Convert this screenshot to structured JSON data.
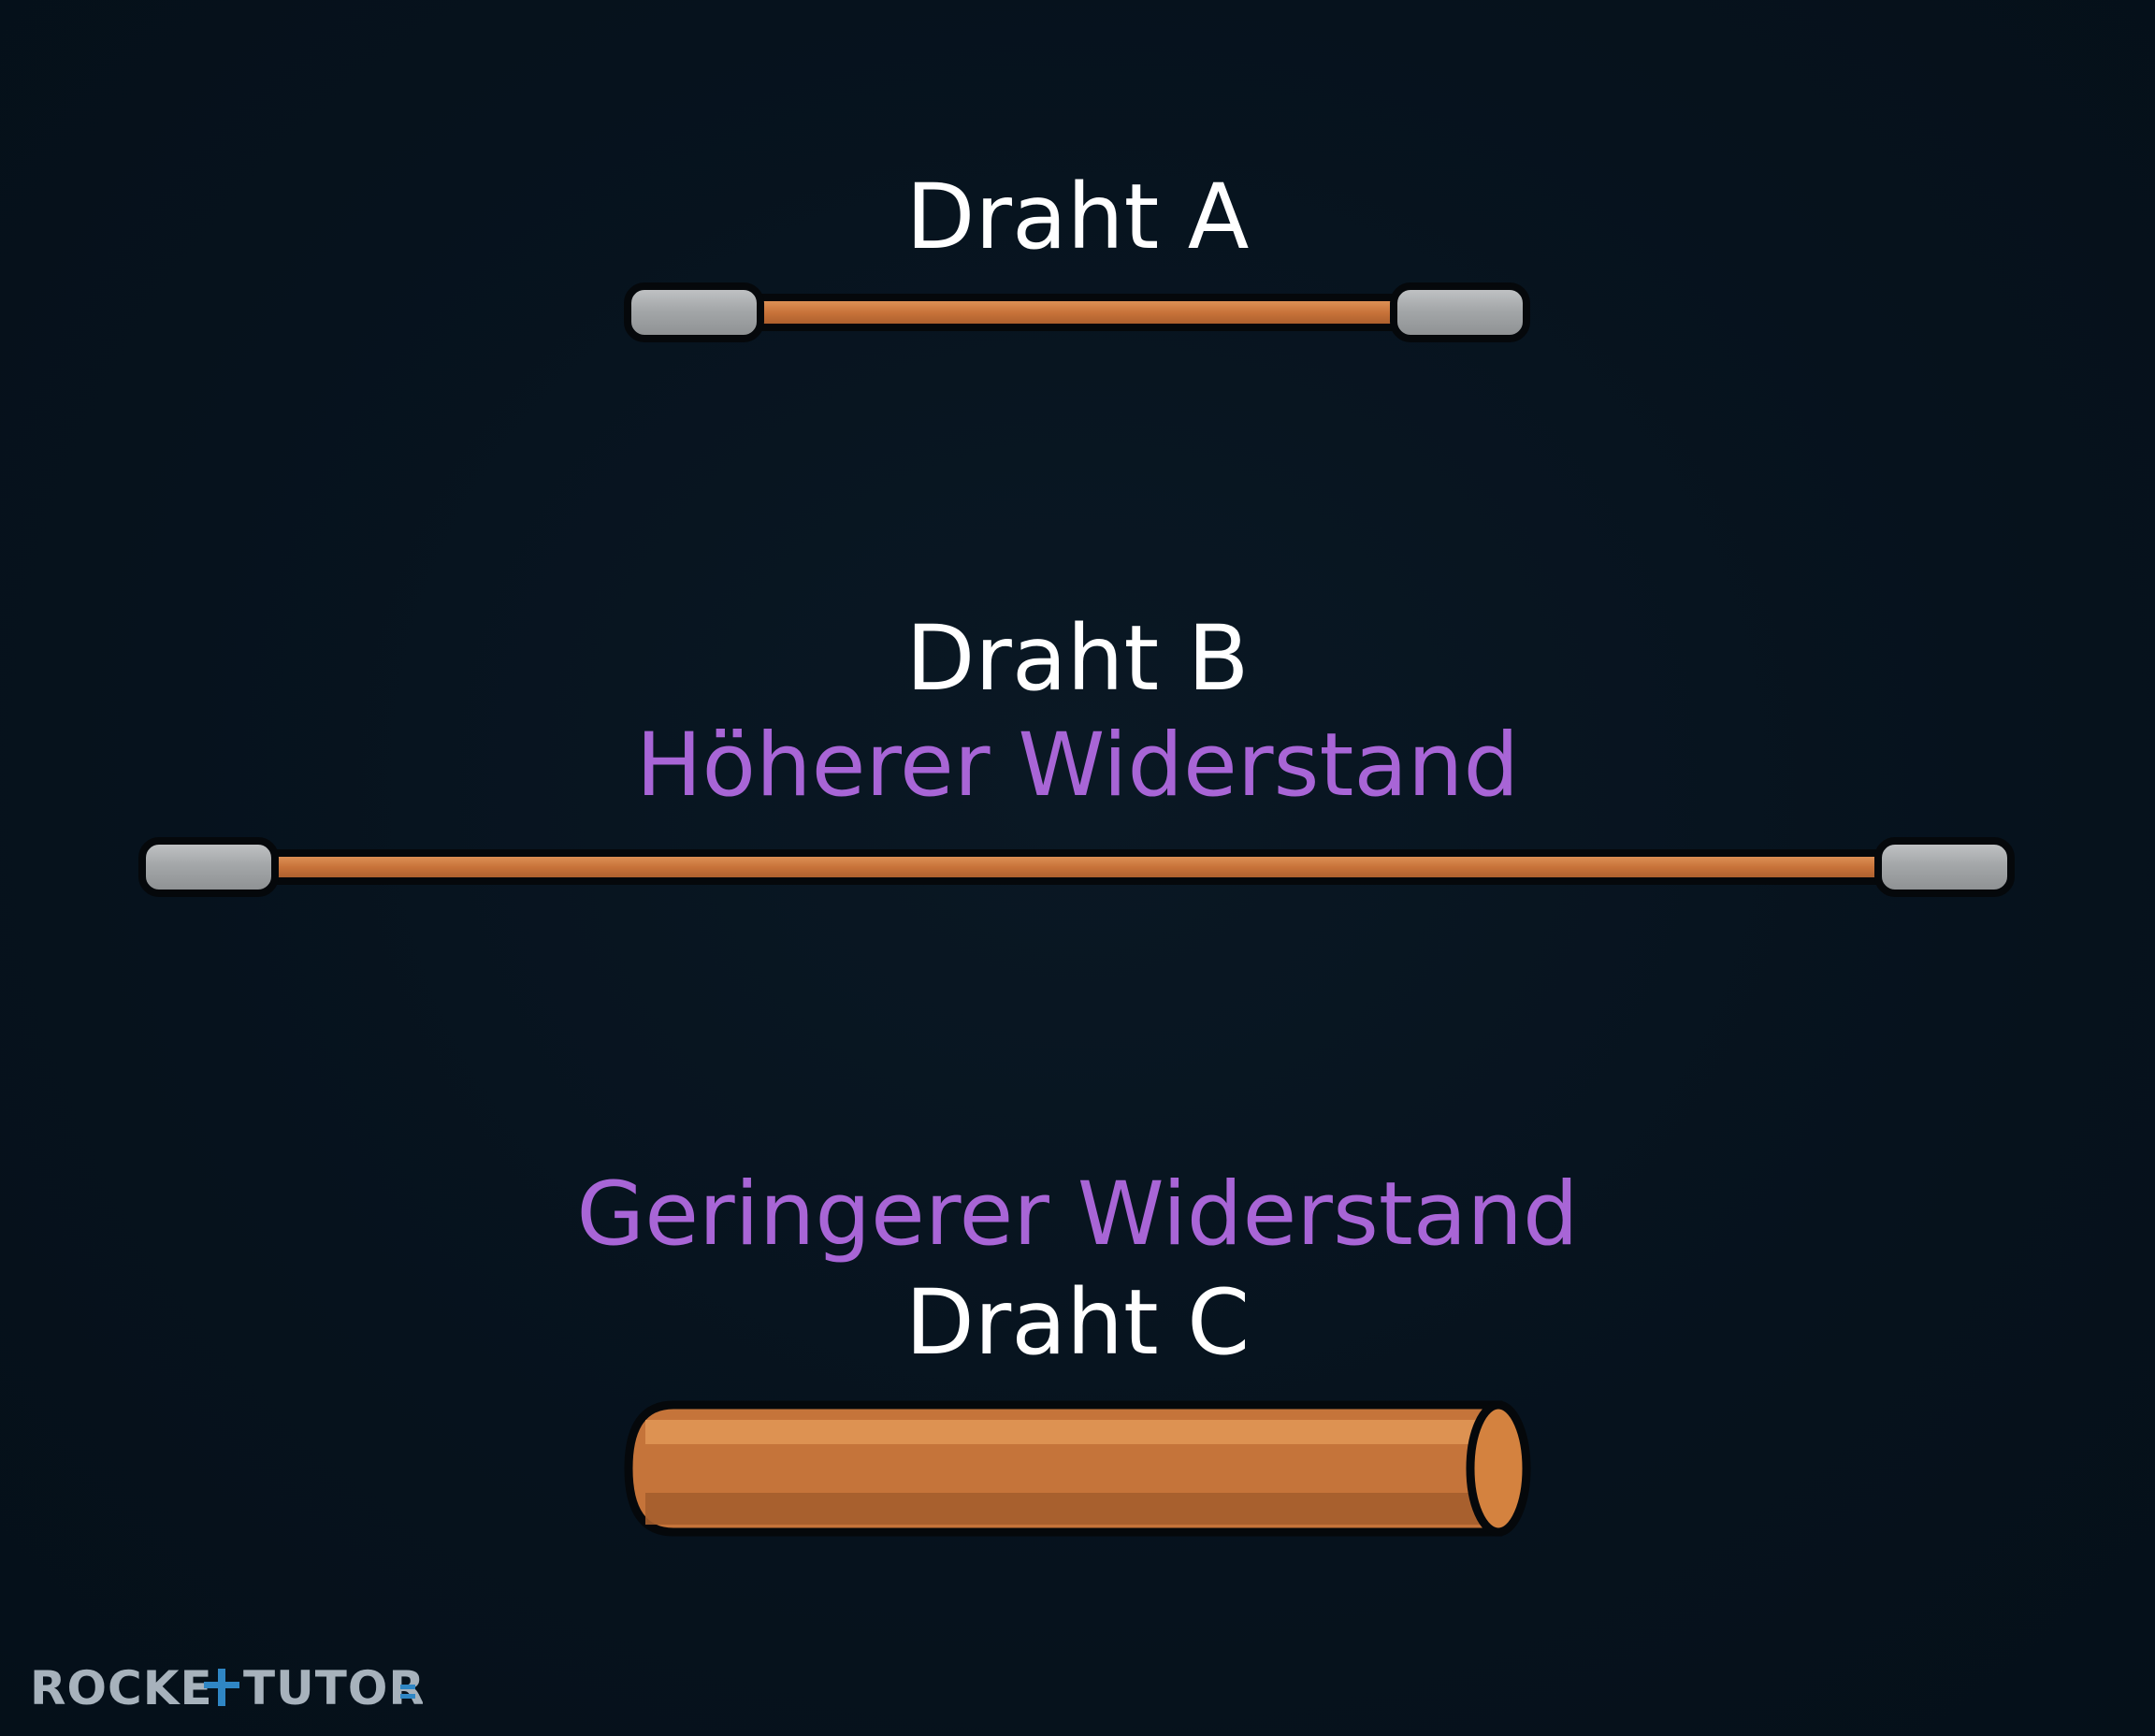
{
  "diagram": {
    "wire_a": {
      "label": "Draht A"
    },
    "wire_b": {
      "label": "Draht B",
      "note": "Höherer Widerstand"
    },
    "wire_c": {
      "label": "Draht C",
      "note": "Geringerer Widerstand"
    }
  },
  "colors": {
    "background": "#06121d",
    "label_text": "#ffffff",
    "note_text": "#a865d6",
    "copper": "#c8733a",
    "connector": "#9c9fa1"
  },
  "logo": {
    "text": "ROCKETTUTOR"
  }
}
